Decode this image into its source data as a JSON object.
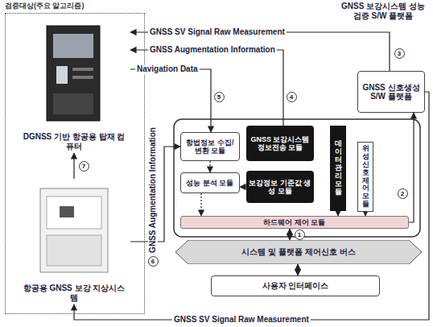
{
  "diagram": {
    "nodes": [
      {
        "text": [
          "검증대상(주요 알고리즘)"
        ]
      },
      {
        "text": [
          "DGNSS 기반 항공용 탑재 컴퓨터"
        ],
        "in": 0
      },
      {
        "text": [
          "항공용 GNSS 보강 지상시스템"
        ],
        "in": 0
      },
      {
        "text": [
          "GNSS 신호생성 S/W 플랫폼"
        ]
      },
      {
        "text": [
          "항법정보 수집/변환 모듈"
        ]
      },
      {
        "text": [
          "GNSS 보강시스템 정보전송 모듈"
        ]
      },
      {
        "text": [
          "성능 분석 모듈"
        ]
      },
      {
        "text": [
          "보강정보 기준값 생성 모듈"
        ]
      },
      {
        "text": [
          "데이터 관리 모듈"
        ]
      },
      {
        "text": [
          "위성신호 제어 모듈"
        ]
      },
      {
        "text": [
          "하드웨어 제어 모듈"
        ]
      },
      {
        "text": [
          "시스템 및 플랫폼 제어신호 버스"
        ]
      },
      {
        "text": [
          "사용자 인터페이스"
        ]
      }
    ],
    "edges": [
      {
        "from": 3,
        "to": 1,
        "label": "GNSS SV Signal Raw Measurement",
        "arrow": "to"
      },
      {
        "from": 5,
        "to": 1,
        "label": "GNSS Augmentation Information",
        "arrow": "to"
      },
      {
        "from": 1,
        "to": 4,
        "label": "Navigation Data",
        "arrow": "to"
      },
      {
        "from": 2,
        "to": 4,
        "label": "GNSS Augmentation Information",
        "arrow": "to"
      },
      {
        "from": 2,
        "to": 1,
        "arrow": "to"
      },
      {
        "from": 3,
        "to": 2,
        "label": "GNSS SV Signal Raw Measurement",
        "arrow": "to"
      },
      {
        "from": 10,
        "to": 3,
        "arrow": "to"
      },
      {
        "from": 11,
        "to": 10,
        "arrow": "both"
      },
      {
        "from": 11,
        "to": 12,
        "arrow": "both"
      },
      {
        "from": 4,
        "to": 6,
        "arrow": "to"
      },
      {
        "from": 7,
        "to": 6,
        "arrow": "to"
      },
      {
        "from": 6,
        "to": 10,
        "arrow": "to"
      },
      {
        "from": 8,
        "to": 10,
        "arrow": "to"
      },
      {
        "from": 9,
        "to": 10,
        "arrow": "to"
      }
    ],
    "labels": [
      "GNSS 보강시스템 성능검증 S/W 플랫폼",
      "1",
      "2",
      "3",
      "4",
      "5",
      "6",
      "7"
    ]
  }
}
